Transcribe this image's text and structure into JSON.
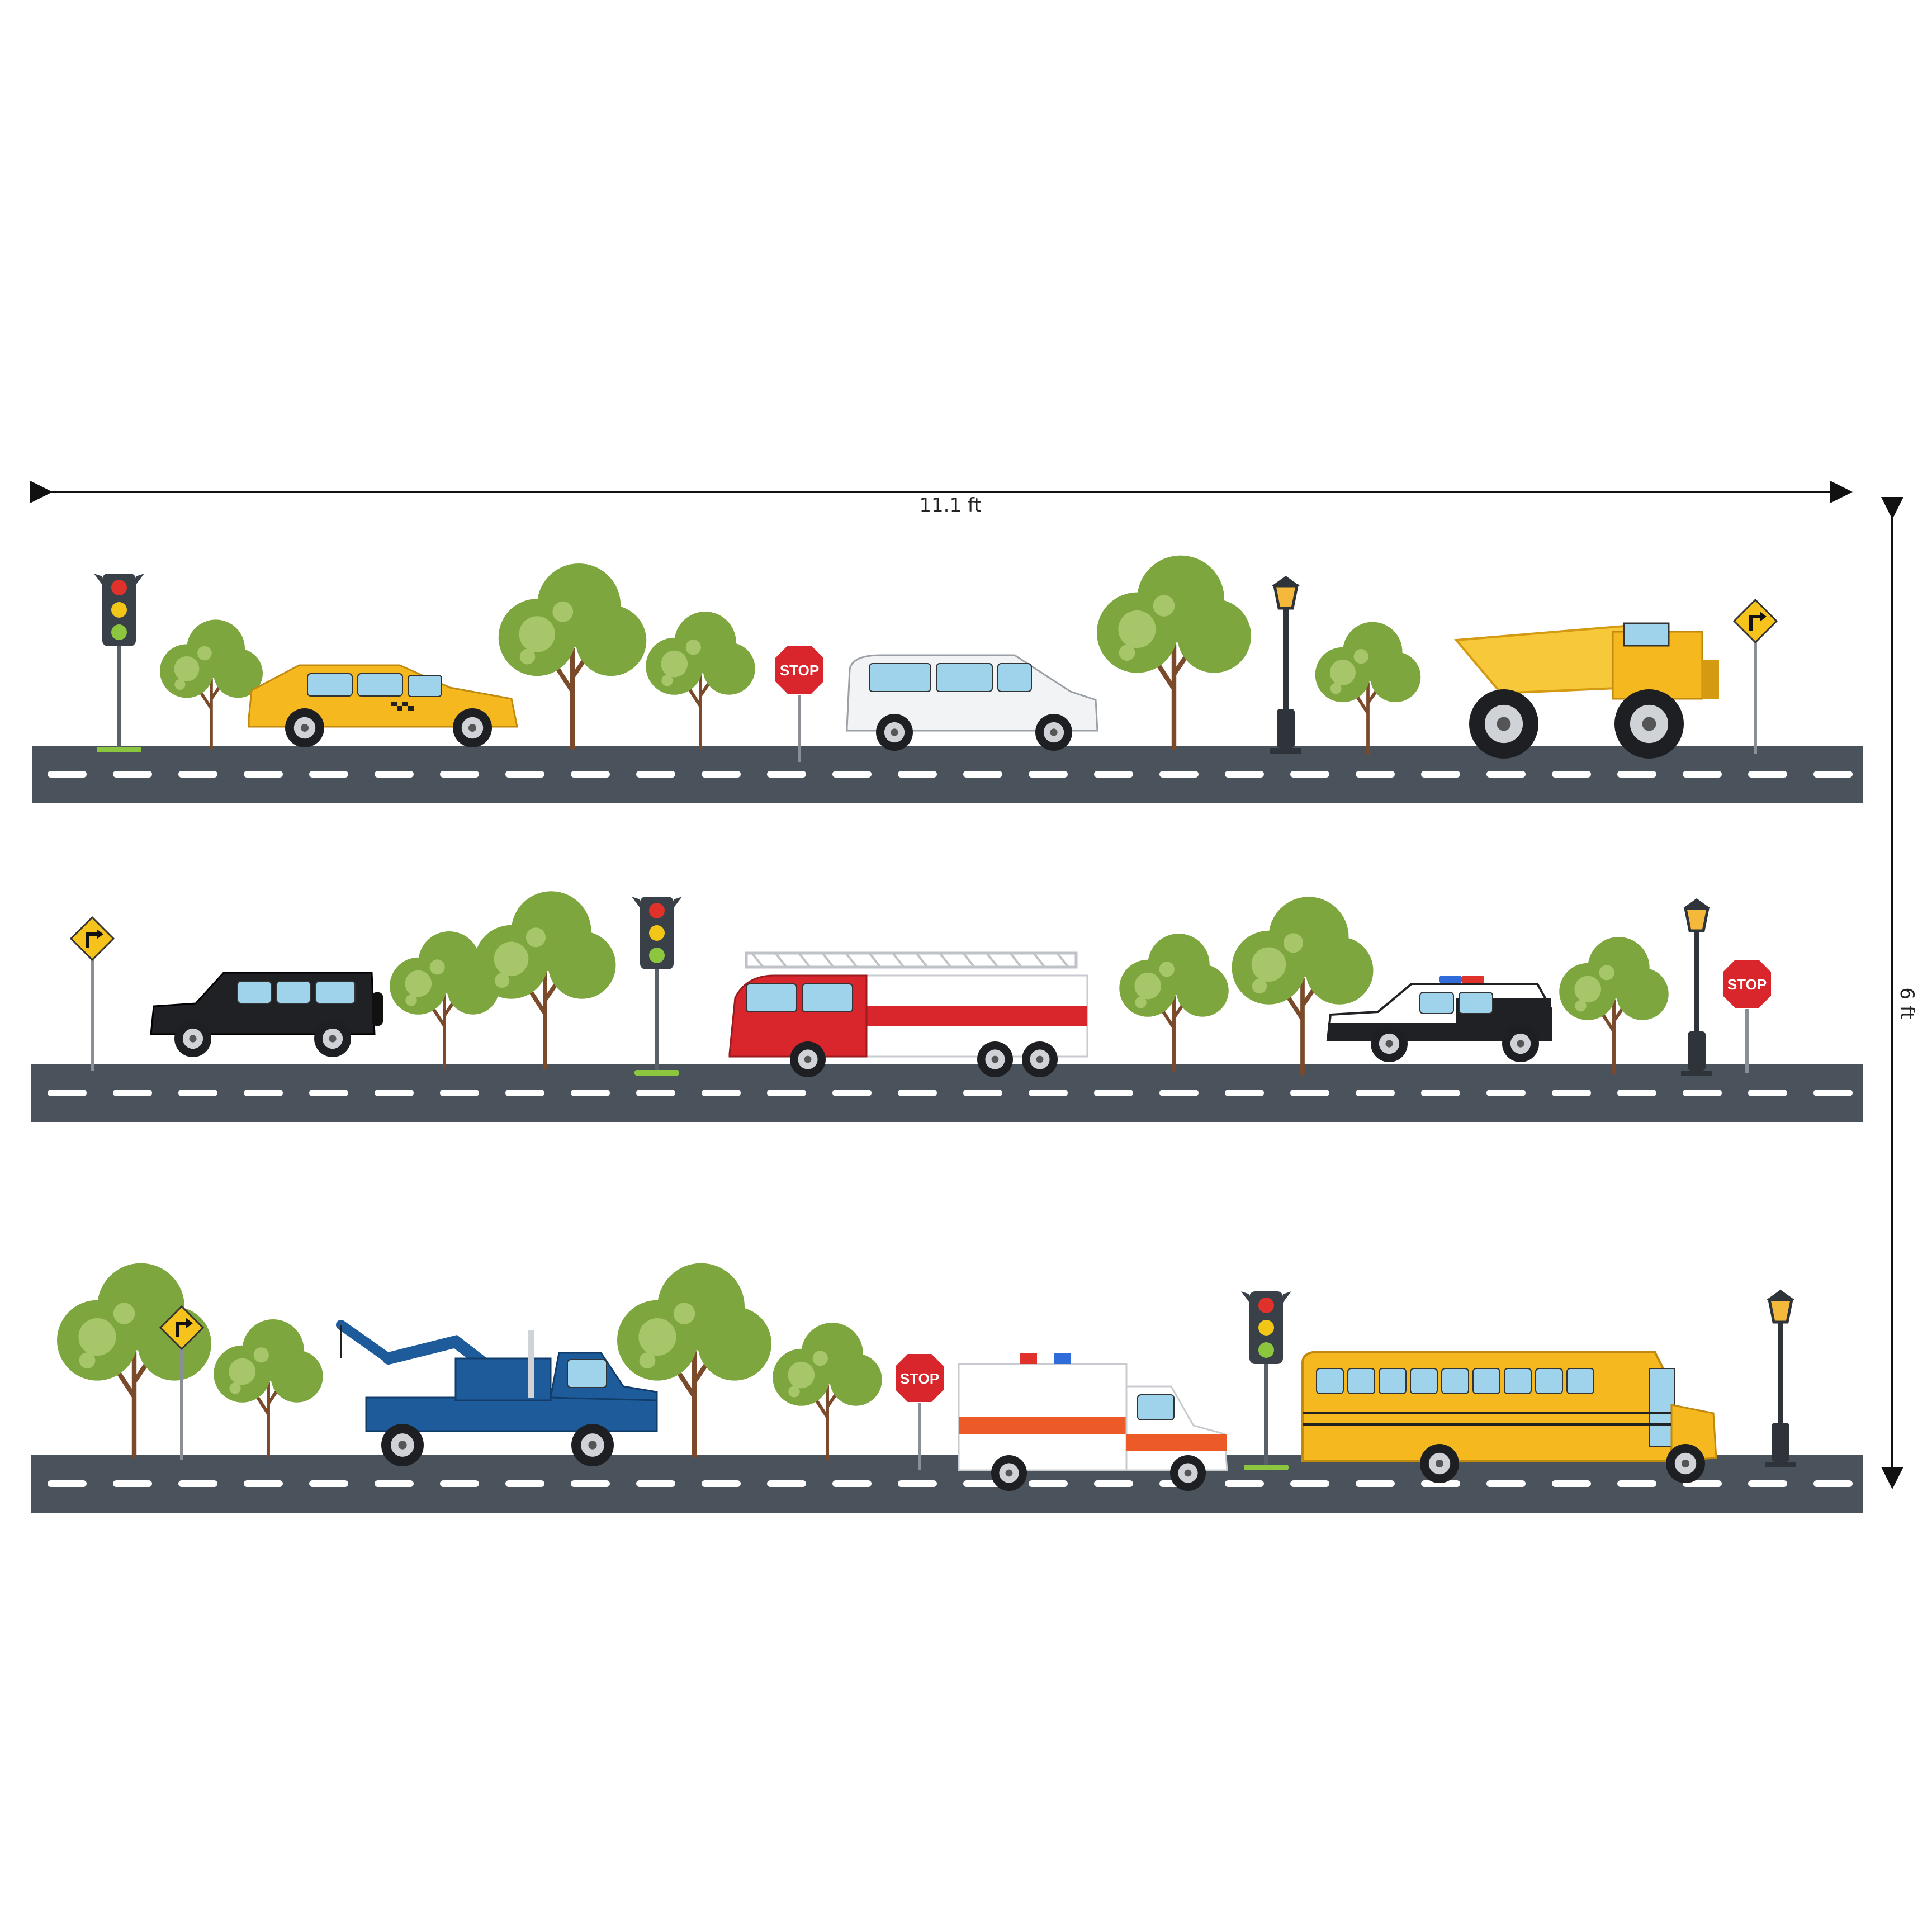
{
  "dimensions": {
    "width_label": "11.1 ft",
    "height_label": "6 ft"
  },
  "signs": {
    "stop_text": "STOP"
  },
  "colors": {
    "road": "#4a525c",
    "road_marking": "#ffffff",
    "foliage": "#7ea63e",
    "foliage_highlight": "#a7c66a",
    "trunk": "#7a4a2a",
    "pole": "#5a6068",
    "stop_sign": "#d9262c",
    "warning_sign": "#f6c21c",
    "grass_strip": "#8cc63f",
    "dimension_line": "#111111"
  },
  "rows": [
    {
      "vehicles": [
        {
          "kind": "taxi",
          "label": "taxi",
          "icon": "taxi-icon"
        },
        {
          "kind": "van",
          "label": "minivan",
          "icon": "van-icon"
        },
        {
          "kind": "dump-truck",
          "label": "dump truck",
          "icon": "dump-truck-icon"
        }
      ]
    },
    {
      "vehicles": [
        {
          "kind": "suv",
          "label": "black suv",
          "icon": "suv-icon"
        },
        {
          "kind": "fire-truck",
          "label": "fire truck",
          "icon": "fire-truck-icon"
        },
        {
          "kind": "police",
          "label": "police car",
          "icon": "police-car-icon"
        }
      ]
    },
    {
      "vehicles": [
        {
          "kind": "tow-truck",
          "label": "tow truck",
          "icon": "tow-truck-icon"
        },
        {
          "kind": "ambulance",
          "label": "ambulance",
          "icon": "ambulance-icon"
        },
        {
          "kind": "school-bus",
          "label": "school bus",
          "icon": "school-bus-icon"
        }
      ]
    }
  ]
}
